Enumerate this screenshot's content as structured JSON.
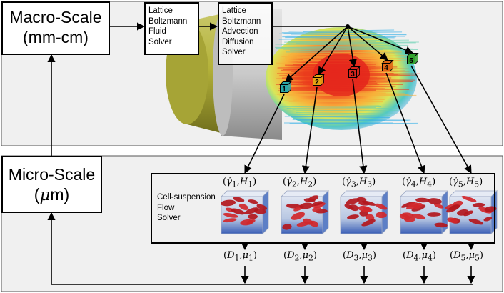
{
  "macro": {
    "title": "Macro-Scale",
    "units": "(mm-cm)"
  },
  "micro": {
    "title": "Micro-Scale",
    "units_open": "(",
    "units_mu": "μ",
    "units_close": "m)"
  },
  "fluid_solver": {
    "lines": [
      "Lattice",
      "Boltzmann",
      "Fluid",
      "Solver"
    ]
  },
  "advection_solver": {
    "lines": [
      "Lattice",
      "Boltzmann",
      "Advection",
      "Diffusion",
      "Solver"
    ]
  },
  "cell_solver": {
    "lines": [
      "Cell-suspension",
      "Flow",
      "Solver"
    ]
  },
  "cubes": [
    "1",
    "2",
    "3",
    "4",
    "5"
  ],
  "inputs": [
    {
      "g": "γ̇",
      "gs": "1",
      "h": "H",
      "hs": "1"
    },
    {
      "g": "γ̇",
      "gs": "2",
      "h": "H",
      "hs": "2"
    },
    {
      "g": "γ̇",
      "gs": "3",
      "h": "H",
      "hs": "3"
    },
    {
      "g": "γ̇",
      "gs": "4",
      "h": "H",
      "hs": "4"
    },
    {
      "g": "γ̇",
      "gs": "5",
      "h": "H",
      "hs": "5"
    }
  ],
  "outputs": [
    {
      "d": "D",
      "ds": "1",
      "m": "μ",
      "ms": "1"
    },
    {
      "d": "D",
      "ds": "2",
      "m": "μ",
      "ms": "2"
    },
    {
      "d": "D",
      "ds": "3",
      "m": "μ",
      "ms": "3"
    },
    {
      "d": "D",
      "ds": "4",
      "m": "μ",
      "ms": "4"
    },
    {
      "d": "D",
      "ds": "5",
      "m": "μ",
      "ms": "5"
    }
  ],
  "colors": {
    "panel_bg": "#f0f0f0",
    "cylinder_outer": "#b8b63e",
    "cylinder_inner": "#cfcfcf",
    "plume_hot": "#e8371c",
    "plume_warm": "#f6b13a",
    "plume_cool": "#36b1e8",
    "cube_colors": [
      "#2aa7a7",
      "#e6a312",
      "#d8251d",
      "#e06513",
      "#32a12e"
    ]
  }
}
